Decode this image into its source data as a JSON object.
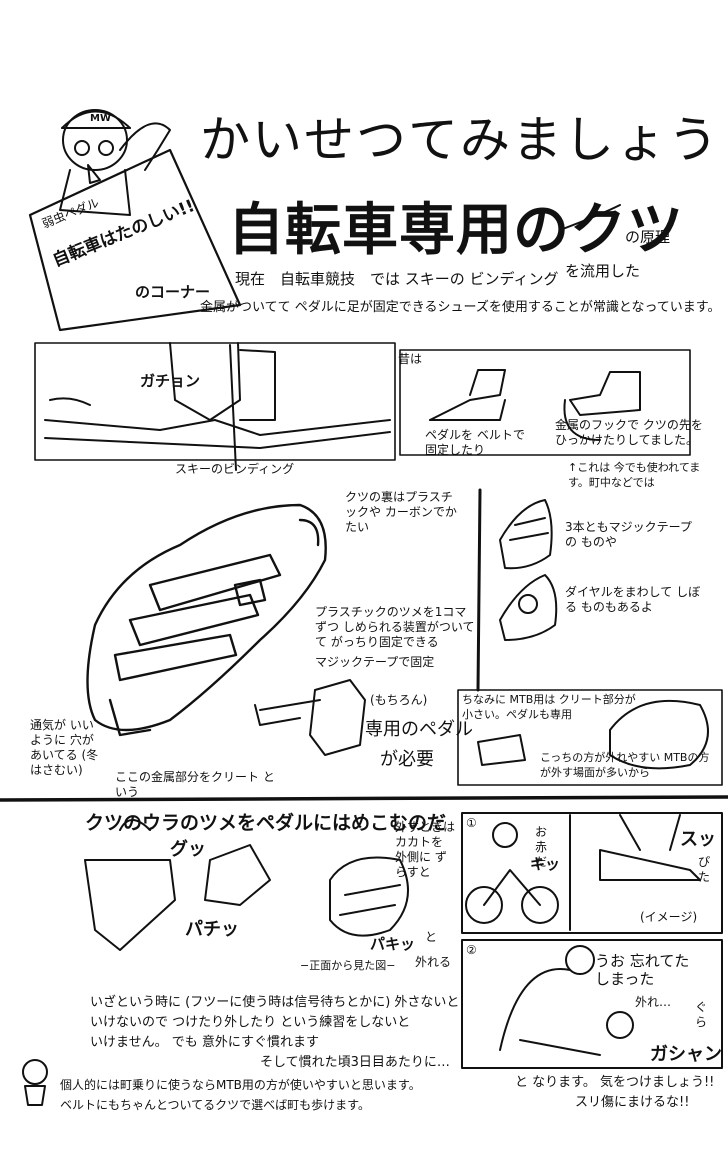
{
  "header": {
    "title_line1": "かいせつてみましょう",
    "title_line2": "自転車専用のクツ",
    "title_suffix": "の原理",
    "sign_small": "弱虫ペダル",
    "sign_big": "自転車はたのしい!!",
    "sign_corner": "のコーナー",
    "mascot_cap": "MW"
  },
  "intro": {
    "line1_a": "現在　自転車競技　では スキーの ビンディング",
    "line1_b": "を流用した",
    "line2": "金属がついてて ペダルに足が固定できるシューズを使用することが常識となっています。"
  },
  "panel_ski": {
    "sfx": "ガチョン",
    "caption": "スキーのビンディング"
  },
  "panel_old": {
    "label": "昔は",
    "note_left": "ペダルを ベルトで 固定したり",
    "note_right": "金属のフックで クツの先を ひっかけたりしてました。",
    "note_bottom": "↑これは 今でも使われてます。町中などでは"
  },
  "shoe_notes": {
    "sole": "クツの裏はプラスチックや カーボンでかたい",
    "buckle": "プラスチックのツメを1コマずつ しめられる装置がついてて がっちり固定できる",
    "velcro": "マジックテープで固定",
    "vent": "通気が いいように 穴があいてる (冬はさむい)",
    "cleat": "ここの金属部分をクリート という",
    "pedal_paren": "(もちろん)",
    "pedal_main": "専用のペダル",
    "pedal_need": "が必要"
  },
  "right_column": {
    "velcro_three": "3本ともマジックテープの ものや",
    "dial": "ダイヤルをまわして しぼる ものもあるよ",
    "mtb1": "ちなみに MTB用は クリート部分が 小さい。ペダルも専用",
    "mtb2": "こっちの方が外れやすい MTBの方が外す場面が多いから"
  },
  "section2": {
    "heading": "クツのウラのツメをペダルにはめこむのだ",
    "sfx_gu": "グッ",
    "sfx_pachi": "パチッ",
    "release_note": "外すときは カカトを 外側に ずらすと",
    "sfx_pachi2": "パキッ",
    "sfx_to": "と",
    "release_end": "外れる",
    "front_view": "−正面から見た図−"
  },
  "comic_top": {
    "num": "①",
    "bubble": "お 赤だ",
    "sfx_kit": "キッ",
    "sfx_sutto": "スッ",
    "sfx_pita": "ぴた",
    "image_label": "(イメージ)"
  },
  "comic_bottom": {
    "num": "②",
    "bubble": "うお 忘れてた しまった",
    "bubble2": "外れ…",
    "sfx_gura": "ぐら",
    "sfx_gashan": "ガシャン"
  },
  "bottom_text": {
    "l1": "いざという時に (フツーに使う時は信号待ちとかに) 外さないと",
    "l2": "いけないので つけたり外したり という練習をしないと",
    "l3": "いけません。 でも 意外にすぐ慣れます",
    "l4": "そして慣れた頃3日目あたりに…",
    "l5": "個人的には町乗りに使うならMTB用の方が使いやすいと思います。",
    "l6": "ベルトにもちゃんとついてるクツで選べば町も歩けます。",
    "right1": "と なります。 気をつけましょう!!",
    "right2": "スリ傷にまけるな!!"
  }
}
